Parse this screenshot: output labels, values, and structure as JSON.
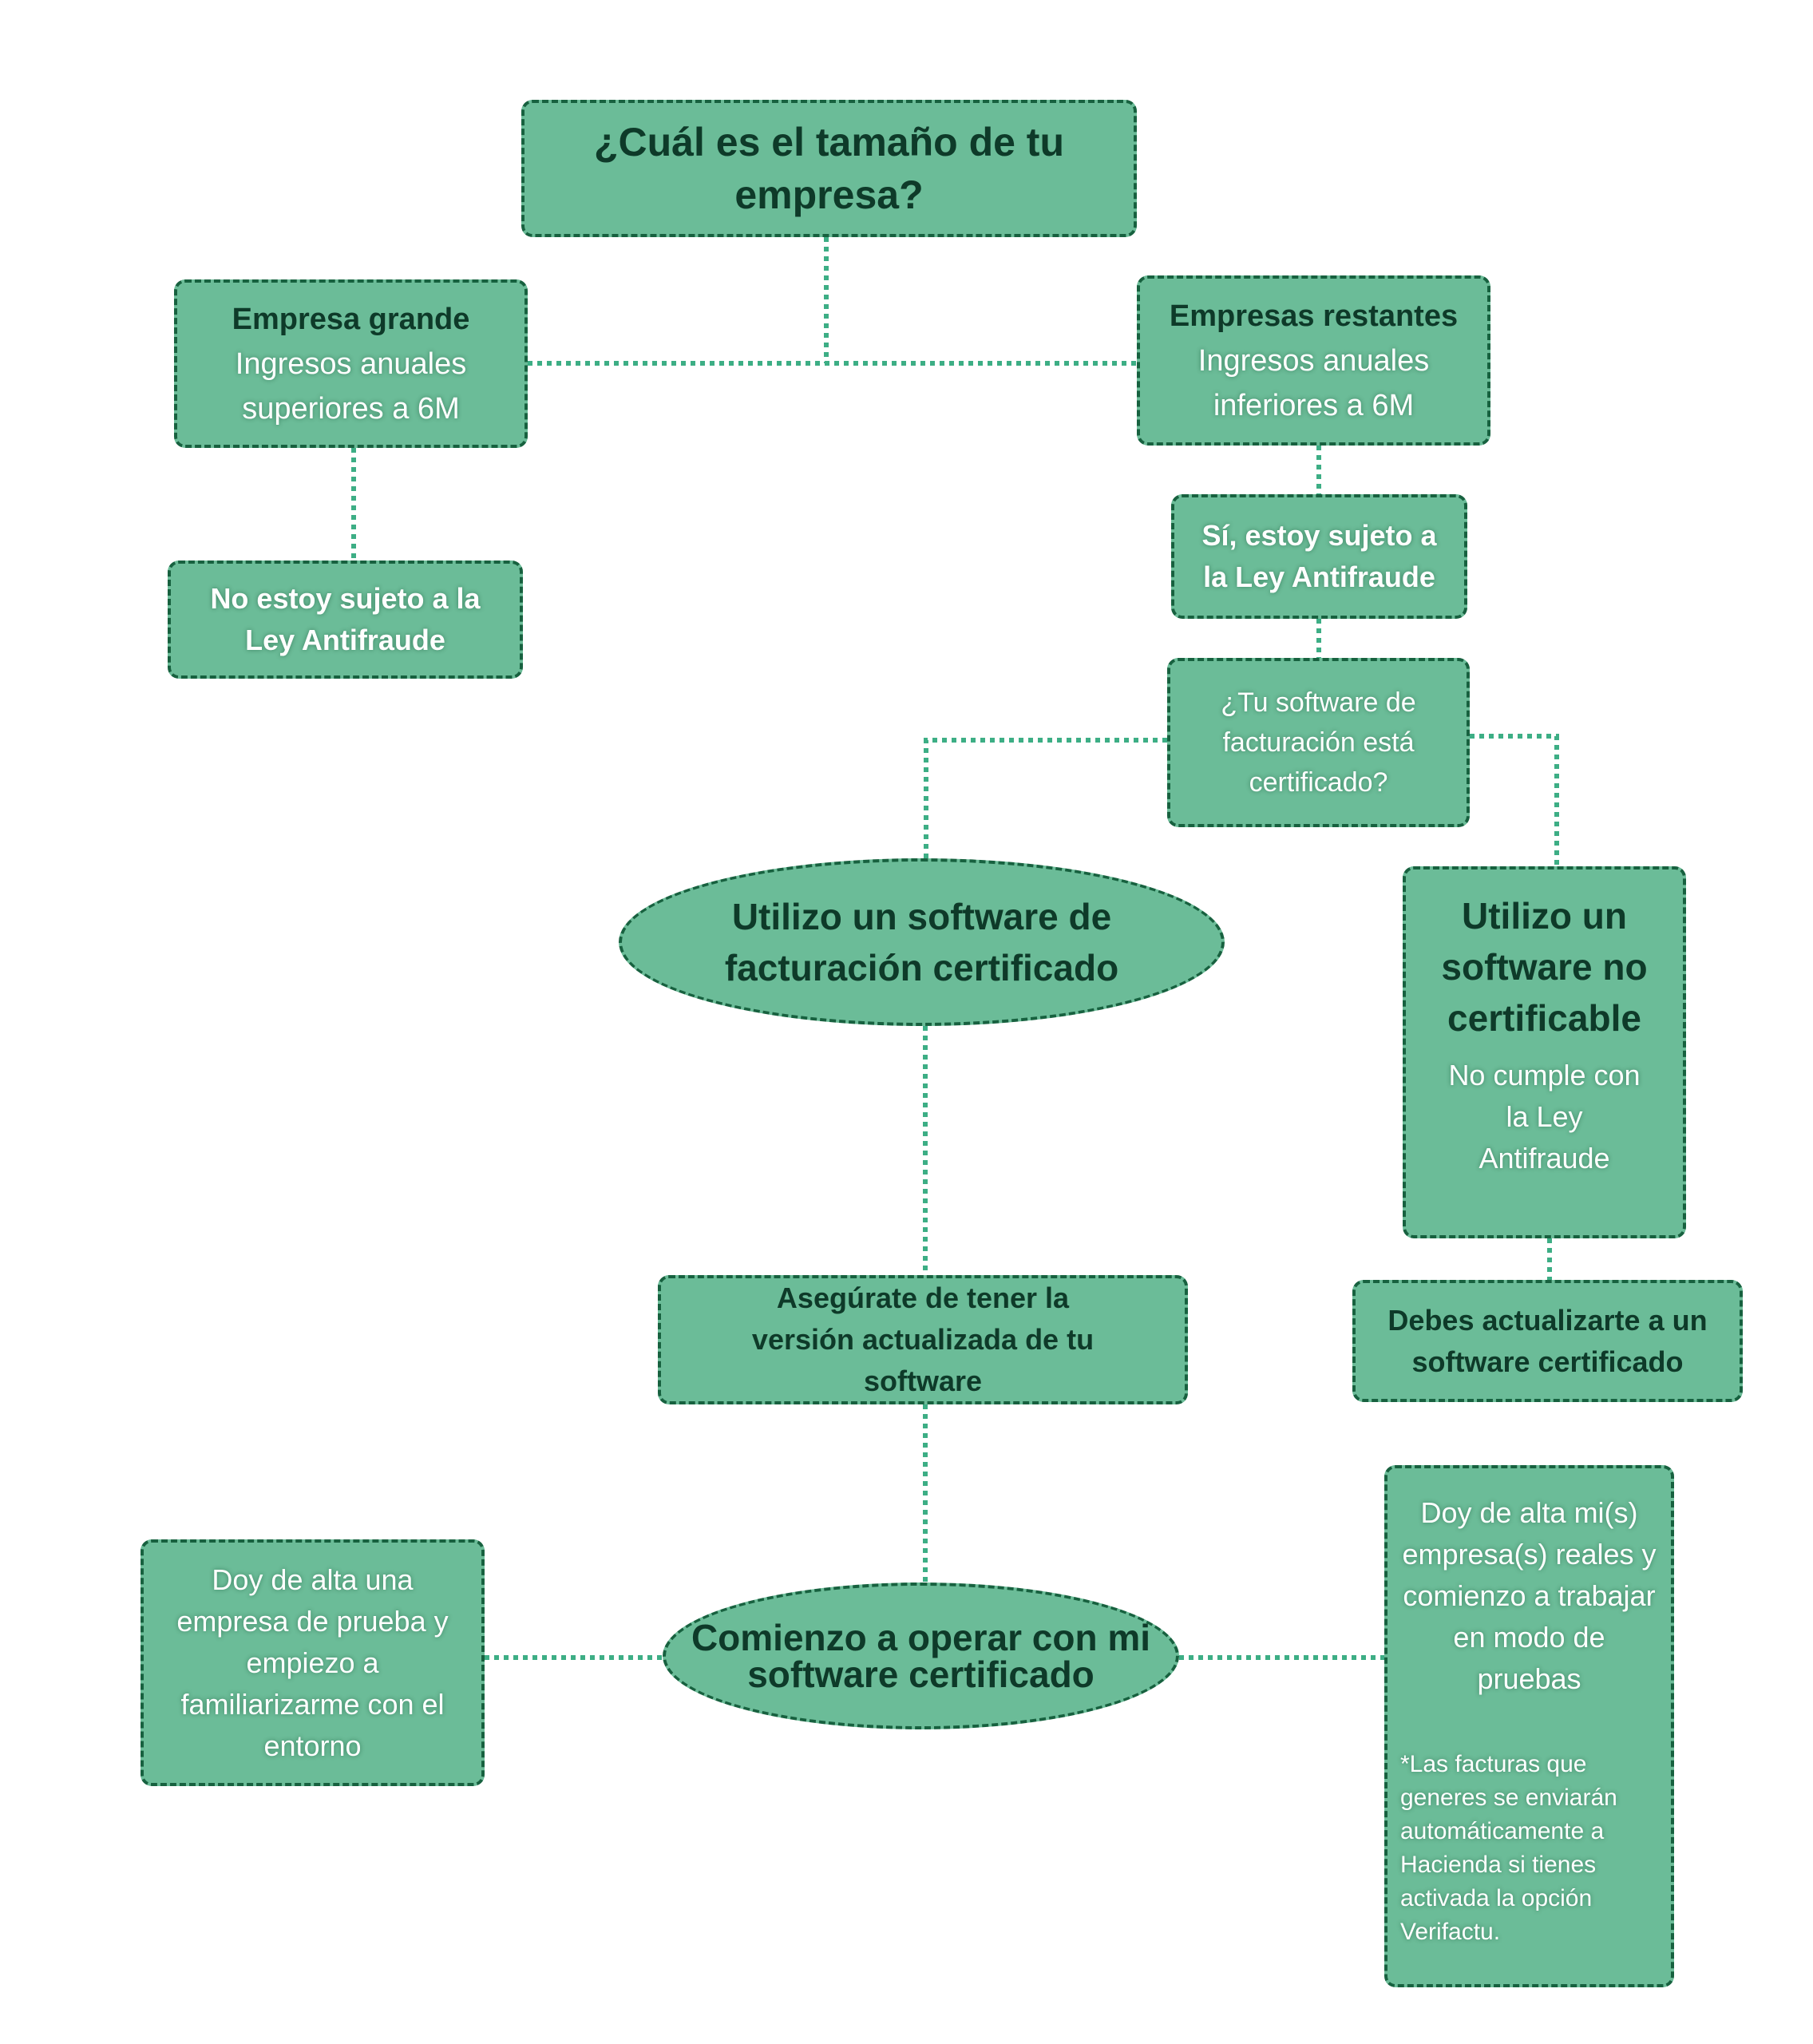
{
  "colors": {
    "node_fill": "#6bbc98",
    "node_border": "#17613f",
    "connector": "#3dae85",
    "dark_text": "#0e3a29"
  },
  "nodes": {
    "question_size": "¿Cuál es el tamaño de tu empresa?",
    "large": {
      "title": "Empresa grande",
      "desc": "Ingresos anuales superiores a 6M"
    },
    "rest": {
      "title": "Empresas restantes",
      "desc": "Ingresos anuales inferiores a 6M"
    },
    "not_subject": "No estoy sujeto a la Ley Antifraude",
    "subject": "Sí, estoy sujeto a la Ley Antifraude",
    "question_certified": "¿Tu software de facturación está certificado?",
    "certified": "Utilizo un software de facturación certificado",
    "not_certifiable": {
      "title": "Utilizo un software no certificable",
      "desc": "No cumple con la Ley Antifraude"
    },
    "update_version": "Asegúrate de tener la versión actualizada de tu software",
    "must_update": "Debes actualizarte a un software certificado",
    "start_operating": "Comienzo a operar con mi software certificado",
    "test_company": "Doy de alta una empresa de prueba y empiezo a familiarizarme con el entorno",
    "real_companies": {
      "title": "Doy de alta mi(s) empresa(s) reales y comienzo a trabajar en modo de pruebas",
      "note": "*Las facturas que generes se enviarán automáticamente a Hacienda si tienes activada la opción Verifactu."
    }
  }
}
